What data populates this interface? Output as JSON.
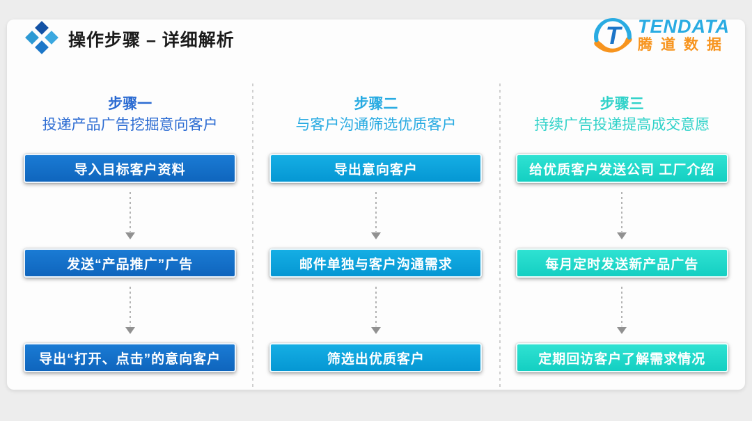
{
  "slide": {
    "title": "操作步骤 – 详细解析"
  },
  "logo": {
    "name": "TENDATA",
    "name_cn": "腾道数据",
    "colors": {
      "blue": "#29abe2",
      "orange": "#f7941e"
    }
  },
  "title_icon": {
    "name": "diamonds-icon",
    "colors": {
      "top": "#1352a5",
      "left": "#2d9ad4",
      "right": "#3ba8e0",
      "bottom": "#1c77c9"
    }
  },
  "columns": [
    {
      "title": "步骤一",
      "subtitle": "投递产品广告挖掘意向客户",
      "accent_color": "#2b6bd2",
      "box_color": "#1170c9",
      "boxes": [
        "导入目标客户资料",
        "发送“产品推广”广告",
        "导出“打开、点击”的意向客户"
      ]
    },
    {
      "title": "步骤二",
      "subtitle": "与客户沟通筛选优质客户",
      "accent_color": "#29abe2",
      "box_color": "#09a3dd",
      "boxes": [
        "导出意向客户",
        "邮件单独与客户沟通需求",
        "筛选出优质客户"
      ]
    },
    {
      "title": "步骤三",
      "subtitle": "持续广告投递提高成交意愿",
      "accent_color": "#30d2c9",
      "box_color": "#22dacc",
      "boxes": [
        "给优质客户发送公司 工厂介绍",
        "每月定时发送新产品广告",
        "定期回访客户了解需求情况"
      ]
    }
  ],
  "arrow": {
    "icon": "arrow-down-icon",
    "color": "#919191"
  }
}
